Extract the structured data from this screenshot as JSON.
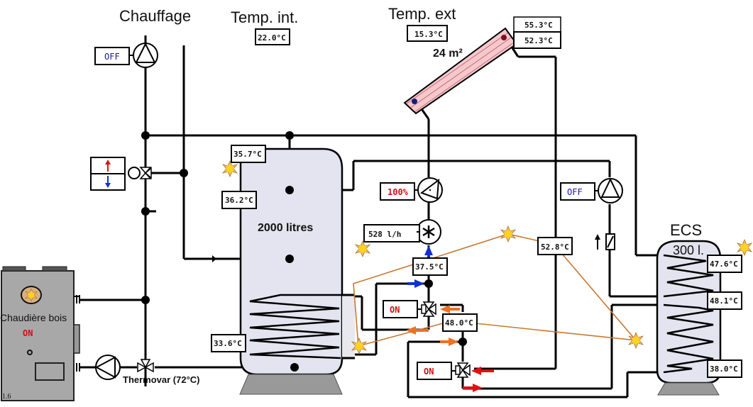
{
  "titles": {
    "heating": "Chauffage",
    "indoor_temp": "Temp. int.",
    "outdoor_temp": "Temp. ext",
    "dhw": "ECS"
  },
  "readings": {
    "indoor_temp": "22.0°C",
    "outdoor_temp": "15.3°C",
    "collector_out": "55.3°C",
    "collector_in": "52.3°C",
    "buffer_top": "35.7°C",
    "buffer_mid": "36.2°C",
    "buffer_bottom": "33.6°C",
    "solar_return": "37.5°C",
    "solar_supply": "52.8°C",
    "mix_valve": "48.0°C",
    "dhw_top": "47.6°C",
    "dhw_mid": "48.1°C",
    "dhw_bottom": "38.0°C"
  },
  "collector": {
    "area": "24 m²"
  },
  "buffer_tank": {
    "capacity": "2000 litres"
  },
  "dhw_tank": {
    "capacity": "300 l."
  },
  "pumps": {
    "heating": {
      "state": "OFF"
    },
    "solar": {
      "speed": "100%",
      "speed_value": 100
    },
    "dhw": {
      "state": "OFF"
    },
    "boiler": {
      "state": ""
    }
  },
  "flowmeter": {
    "value": "528 l/h"
  },
  "valves": {
    "upper_diverter": {
      "state": "ON"
    },
    "lower_diverter": {
      "state": "ON"
    },
    "thermovar": {
      "label": "Thermovar (72°C)"
    }
  },
  "boiler": {
    "name": "Chaudière bois",
    "state": "ON"
  },
  "colors": {
    "hot": "#e01010",
    "cold": "#1030d0",
    "active_flow": "#f07020",
    "sensor_link": "#c87832",
    "tank_fill": "#e4e4f0",
    "collector_fill": "#f4c8cc"
  },
  "version": "1.6"
}
